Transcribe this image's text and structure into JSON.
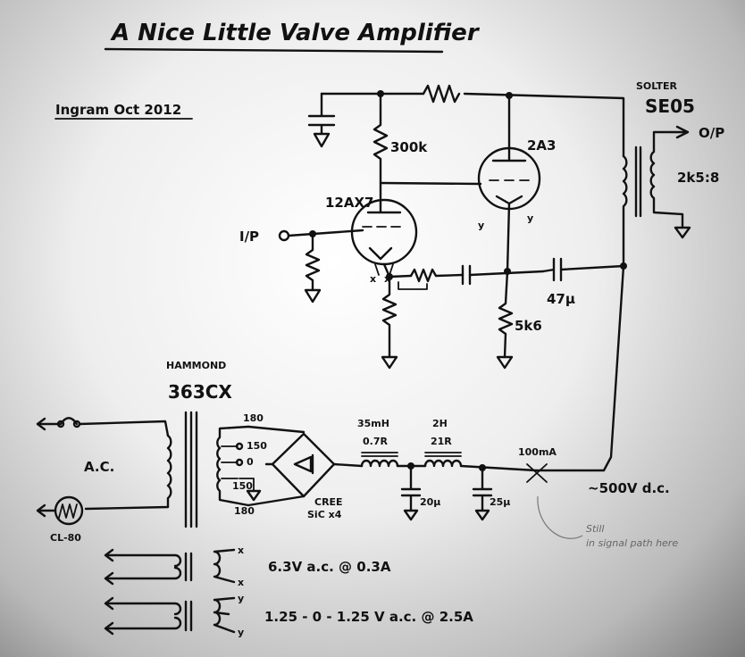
{
  "title": "A Nice Little Valve Amplifier",
  "author_date": "Ingram Oct 2012",
  "tubes": {
    "driver": "12AX7",
    "output": "2A3"
  },
  "input_label": "I/P",
  "output_label": "O/P",
  "output_transformer": {
    "brand": "SOLTER",
    "model": "SE05",
    "ratio": "2k5:8"
  },
  "resistors": {
    "plate_load": "300k",
    "cathode_output": "5k6"
  },
  "coupling_cap": "47µ",
  "tube_pin_marks": {
    "heater": "x",
    "filament": "y"
  },
  "power_transformer": {
    "brand": "HAMMOND",
    "model": "363CX",
    "taps": [
      "180",
      "150",
      "0",
      "150",
      "180"
    ]
  },
  "mains_label": "A.C.",
  "thermistor_label": "CL-80",
  "rectifier_label": [
    "CREE",
    "SiC x4"
  ],
  "choke1": {
    "inductance": "35mH",
    "resistance": "0.7R"
  },
  "choke2": {
    "inductance": "2H",
    "resistance": "21R"
  },
  "filter_caps": [
    "20µ",
    "25µ"
  ],
  "meter_label": "100mA",
  "supply_voltage": "~500V d.c.",
  "pencil_note": [
    "Still",
    "in signal path here"
  ],
  "heater_windings": [
    {
      "pin": "x",
      "spec": "6.3V a.c. @ 0.3A"
    },
    {
      "pin": "y",
      "spec": "1.25 - 0 - 1.25 V a.c. @ 2.5A"
    }
  ]
}
